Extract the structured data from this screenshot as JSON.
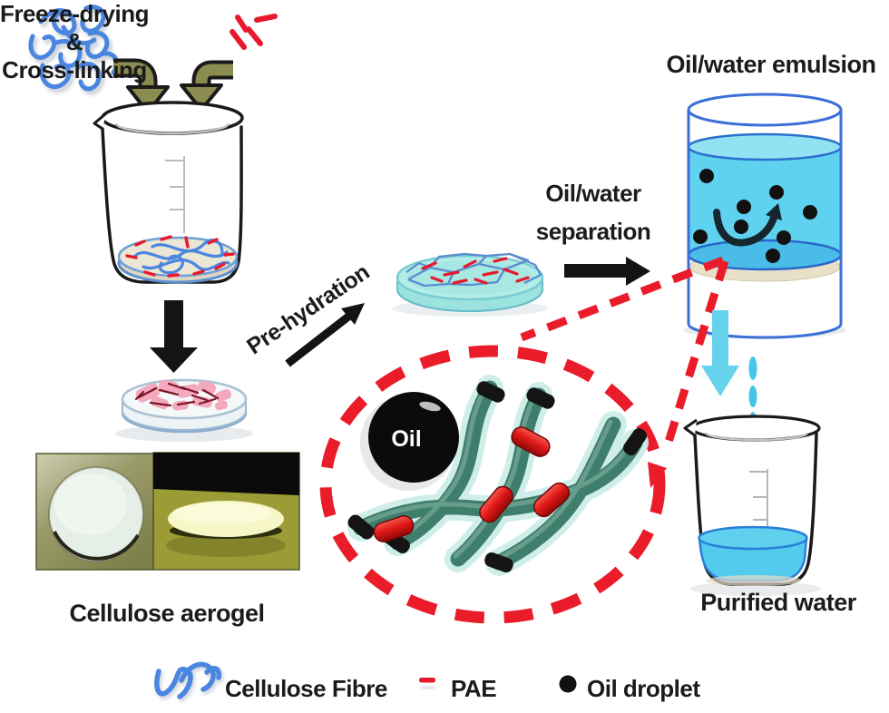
{
  "labels": {
    "freeze_line1": "Freeze-drying",
    "freeze_line2": "&",
    "freeze_line3": "Cross-linking",
    "cellulose_aerogel": "Cellulose aerogel",
    "pre_hydration": "Pre-hydration",
    "separation_line1": "Oil/water",
    "separation_line2": "separation",
    "emulsion_title": "Oil/water emulsion",
    "purified_water": "Purified water",
    "oil_sphere": "Oil"
  },
  "legend": {
    "items": [
      {
        "icon": "cellulose-fibre-squiggle",
        "label": "Cellulose Fibre"
      },
      {
        "icon": "pae-dash",
        "label": "PAE"
      },
      {
        "icon": "oil-droplet-dot",
        "label": "Oil droplet"
      }
    ]
  },
  "colors": {
    "cellulose_blue": "#4a86e0",
    "pae_red": "#e8192c",
    "oil_black": "#101010",
    "water_cyan": "#5ed2ee",
    "process_arrow_olive": "#8a8d4f",
    "fiber_teal": "#3f7d6c",
    "callout_red": "#ea1c2a"
  }
}
